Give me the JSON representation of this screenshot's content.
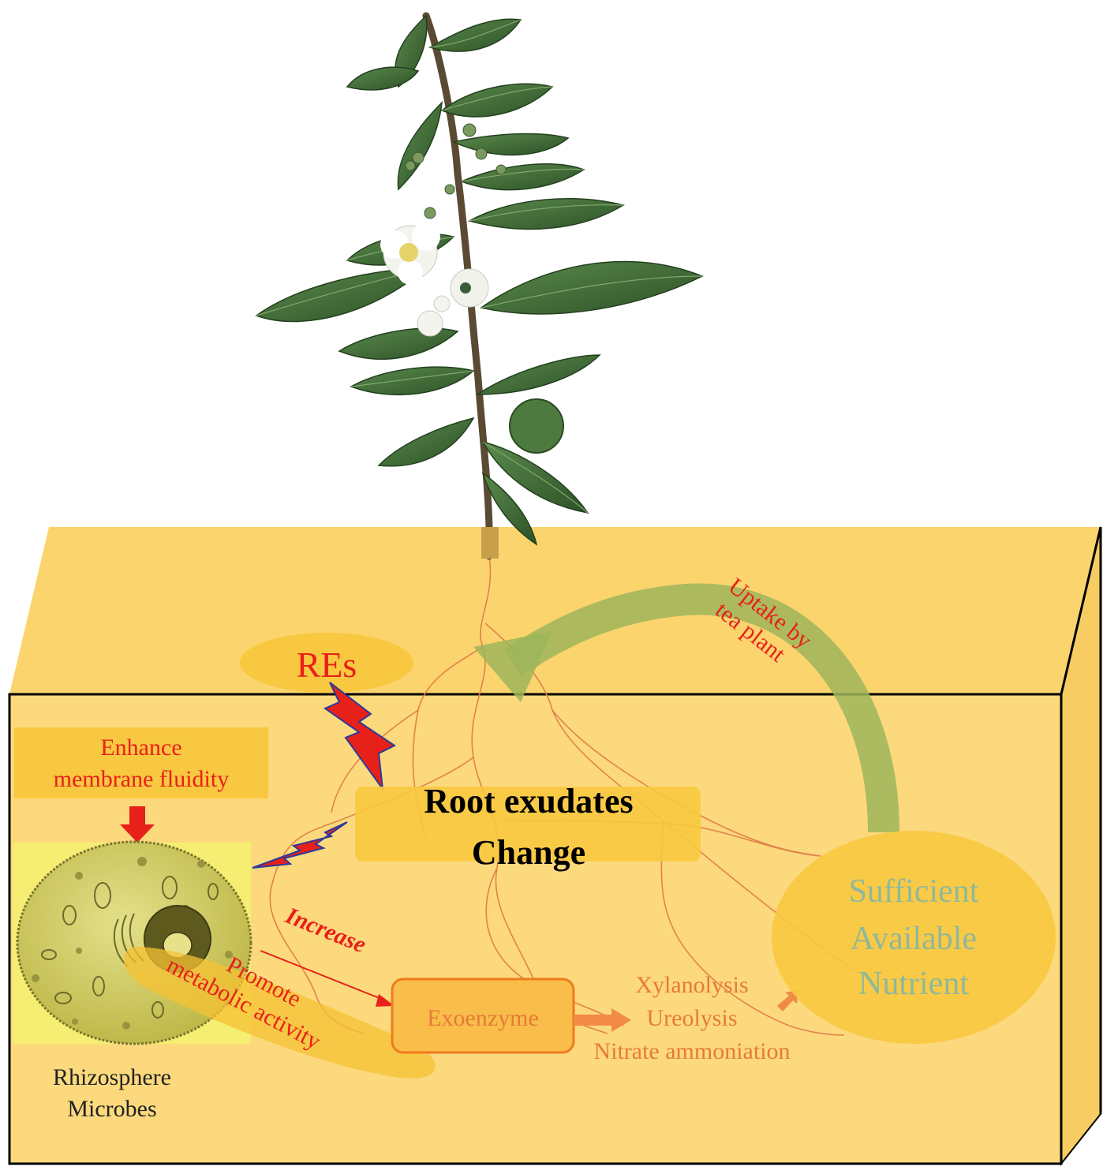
{
  "labels": {
    "res": "REs",
    "root_exudates_line1": "Root exudates",
    "root_exudates_line2": "Change",
    "enhance_line1": "Enhance",
    "enhance_line2": "membrane fluidity",
    "uptake_line1": "Uptake by",
    "uptake_line2": "tea plant",
    "sufficient_line1": "Sufficient",
    "sufficient_line2": "Available",
    "sufficient_line3": "Nutrient",
    "increase": "Increase",
    "promote_line1": "Promote",
    "promote_line2": "metabolic activity",
    "exoenzyme": "Exoenzyme",
    "xylanolysis": "Xylanolysis",
    "ureolysis": "Ureolysis",
    "nitrate": "Nitrate ammoniation",
    "microbes_line1": "Rhizosphere",
    "microbes_line2": "Microbes"
  },
  "colors": {
    "soil_front": "#fcd87c",
    "soil_top": "#fbd36e",
    "soil_side": "#f6cc62",
    "red_text": "#e8201a",
    "orange_text": "#e67a3a",
    "green_text": "#8fb89a",
    "green_arrow": "#9bb55a",
    "leaf": "#3f6b3a",
    "cell": "#c9c55a"
  }
}
